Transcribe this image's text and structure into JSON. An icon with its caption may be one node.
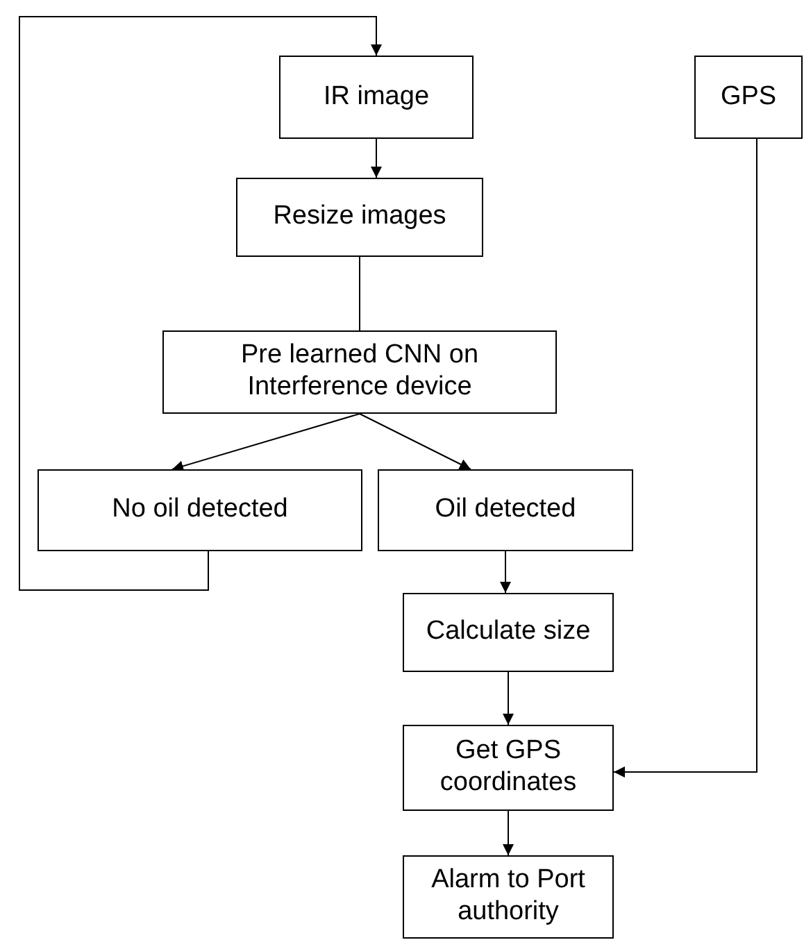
{
  "diagram": {
    "nodes": [
      {
        "text": [
          "IR image"
        ]
      },
      {
        "text": [
          "GPS"
        ]
      },
      {
        "text": [
          "Resize images"
        ]
      },
      {
        "text": [
          "Pre learned CNN on Interference device"
        ]
      },
      {
        "text": [
          "No oil detected"
        ]
      },
      {
        "text": [
          "Oil detected"
        ]
      },
      {
        "text": [
          "Calculate size"
        ]
      },
      {
        "text": [
          "Get GPS coordinates"
        ]
      },
      {
        "text": [
          "Alarm to Port authority"
        ]
      }
    ],
    "edges": [
      {
        "from": 0,
        "to": 2,
        "arrow": "to"
      },
      {
        "from": 2,
        "to": 3,
        "arrow": "none"
      },
      {
        "from": 3,
        "to": 4,
        "arrow": "to"
      },
      {
        "from": 3,
        "to": 5,
        "arrow": "to"
      },
      {
        "from": 4,
        "to": 0,
        "arrow": "to"
      },
      {
        "from": 5,
        "to": 6,
        "arrow": "to"
      },
      {
        "from": 6,
        "to": 7,
        "arrow": "to"
      },
      {
        "from": 1,
        "to": 7,
        "arrow": "to"
      },
      {
        "from": 7,
        "to": 8,
        "arrow": "to"
      }
    ]
  }
}
